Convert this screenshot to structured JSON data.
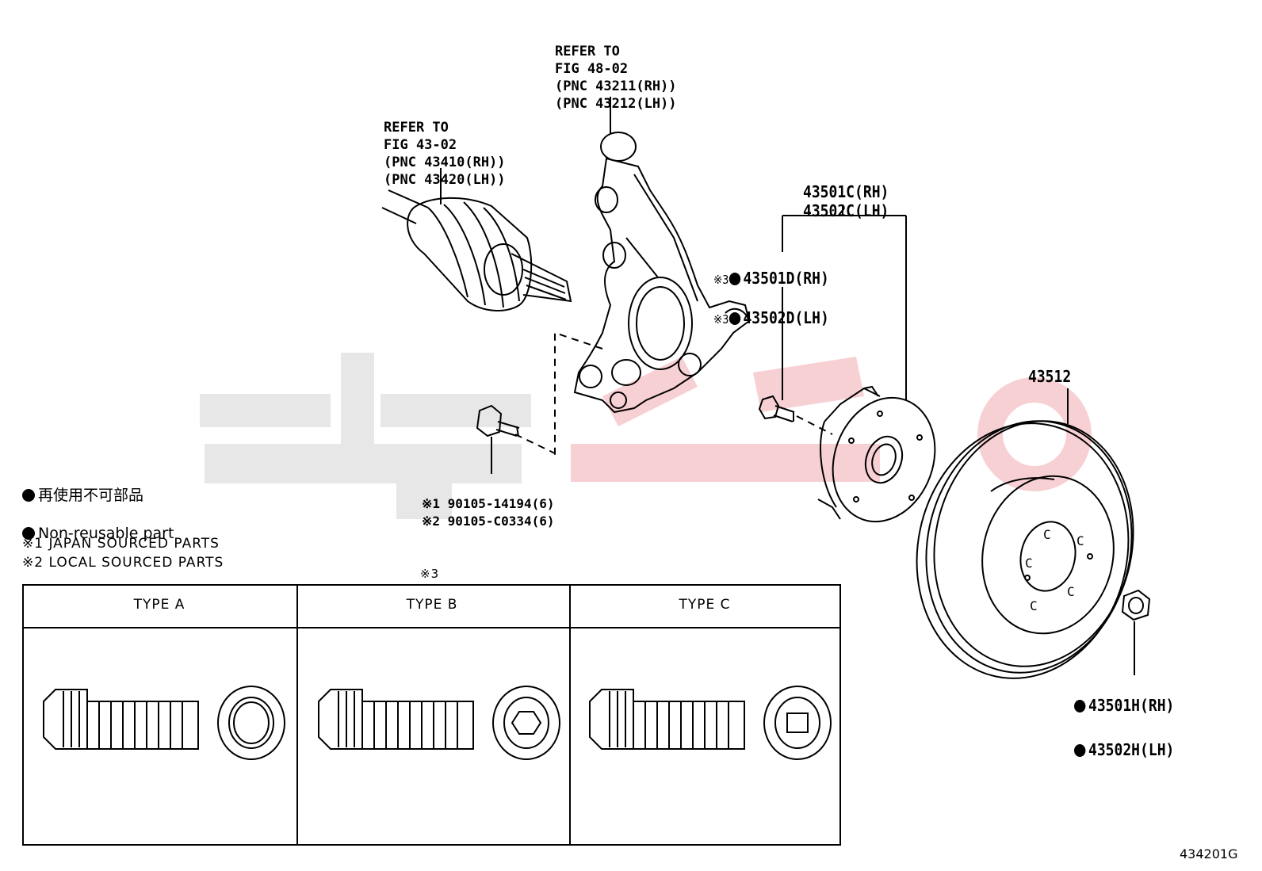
{
  "callouts": {
    "knuckle_ref": [
      "REFER TO",
      "FIG 48-02",
      "(PNC 43211(RH))",
      "(PNC 43212(LH))"
    ],
    "shaft_ref": [
      "REFER TO",
      "FIG 43-02",
      "(PNC 43410(RH))",
      "(PNC 43420(LH))"
    ],
    "hub_assy": [
      "43501C(RH)",
      "43502C(LH)"
    ],
    "hub_bolt_mark": "※3",
    "hub_bolt": [
      "43501D(RH)",
      "43502D(LH)"
    ],
    "disc": "43512",
    "nut": [
      "43501H(RH)",
      "43502H(LH)"
    ],
    "bolt_1": "※1 90105-14194(6)",
    "bolt_2": "※2 90105-C0334(6)",
    "table_mark": "※3"
  },
  "legend": {
    "jp": "再使用不可部品",
    "en": "Non-reusable part",
    "note1": "※1 JAPAN SOURCED PARTS",
    "note2": "※2 LOCAL SOURCED PARTS"
  },
  "table": {
    "types": [
      "TYPE A",
      "TYPE B",
      "TYPE C"
    ]
  },
  "figure_id": "434201G",
  "watermark_color": "#f2c4c8"
}
